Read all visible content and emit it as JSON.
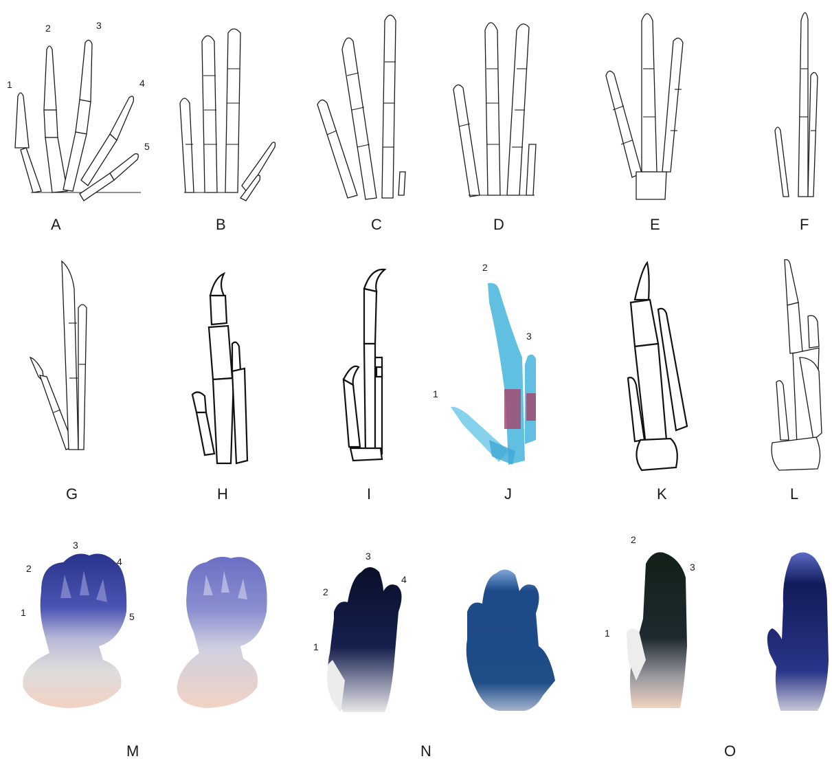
{
  "panels": {
    "A": {
      "label": "A",
      "digits": [
        "1",
        "2",
        "3",
        "4",
        "5"
      ]
    },
    "B": {
      "label": "B"
    },
    "C": {
      "label": "C"
    },
    "D": {
      "label": "D"
    },
    "E": {
      "label": "E"
    },
    "F": {
      "label": "F"
    },
    "G": {
      "label": "G"
    },
    "H": {
      "label": "H"
    },
    "I": {
      "label": "I"
    },
    "J": {
      "label": "J",
      "digits": [
        "1",
        "2",
        "3"
      ]
    },
    "K": {
      "label": "K"
    },
    "L": {
      "label": "L"
    },
    "M": {
      "label": "M",
      "digits": [
        "1",
        "2",
        "3",
        "4",
        "5"
      ]
    },
    "N": {
      "label": "N",
      "digits": [
        "1",
        "2",
        "3",
        "4"
      ]
    },
    "O": {
      "label": "O",
      "digits": [
        "1",
        "2",
        "3"
      ]
    }
  },
  "colors": {
    "stain_dark": "#1c2a6e",
    "stain_mid": "#4a56b0",
    "stain_light": "#8a8fd0",
    "cartilage_cyan": "#3ab8e0",
    "cartilage_red": "#a8406a",
    "tissue_pink": "#f3d4c4",
    "tissue_grey": "#d6d6d6"
  }
}
